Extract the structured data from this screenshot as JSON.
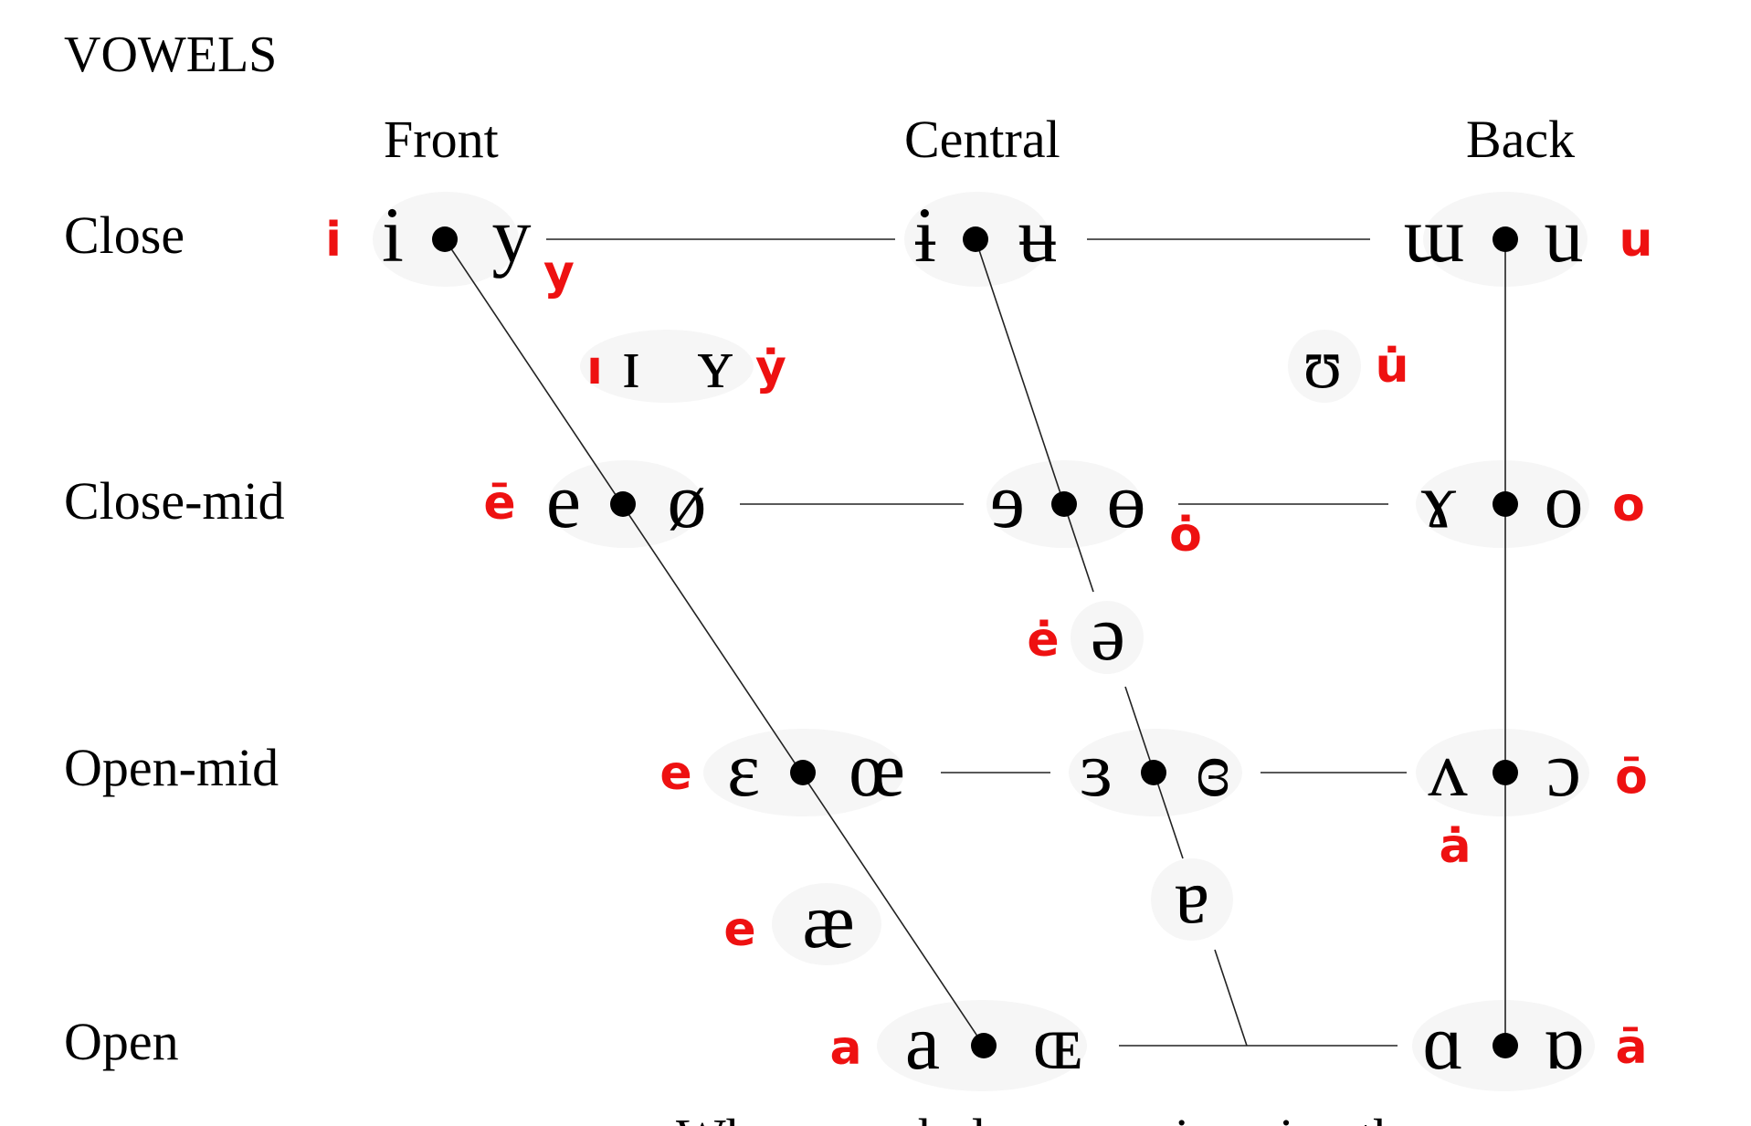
{
  "title": "VOWELS",
  "columns": {
    "front": "Front",
    "central": "Central",
    "back": "Back"
  },
  "rows": {
    "close": "Close",
    "close_mid": "Close-mid",
    "open_mid": "Open-mid",
    "open": "Open"
  },
  "footnote": "Where symbols appear in pairs, the one",
  "colors": {
    "ink": "#000000",
    "annotation": "#ee1111"
  },
  "vowels": {
    "i": "i",
    "y": "y",
    "barred_i": "ɨ",
    "barred_u": "ʉ",
    "unrounded_u": "ɯ",
    "u": "u",
    "small_cap_i": "ɪ",
    "small_cap_y": "ʏ",
    "horseshoe": "ʊ",
    "e": "e",
    "o_slash": "ø",
    "reversed_e": "ɘ",
    "barred_o": "ɵ",
    "ram_horns": "ɤ",
    "o": "o",
    "schwa": "ə",
    "epsilon": "ɛ",
    "oe": "œ",
    "reversed_epsilon": "ɜ",
    "closed_reversed_epsilon": "ɞ",
    "turned_v": "ʌ",
    "open_o": "ɔ",
    "ash": "æ",
    "turned_a": "ɐ",
    "a": "a",
    "OE": "ɶ",
    "script_a": "ɑ",
    "turned_script_a": "ɒ"
  },
  "annotations": {
    "i": "i",
    "y": "y",
    "dotless_i": "ı",
    "y_dot": "ẏ",
    "u_dot": "u̇",
    "u": "u",
    "e_macron": "ē",
    "o_dot": "ȯ",
    "o": "o",
    "e_dot": "ė",
    "e_open_mid": "e",
    "o_macron": "ō",
    "a_dot": "ȧ",
    "e_near_open": "e",
    "a": "a",
    "a_macron": "ā"
  }
}
